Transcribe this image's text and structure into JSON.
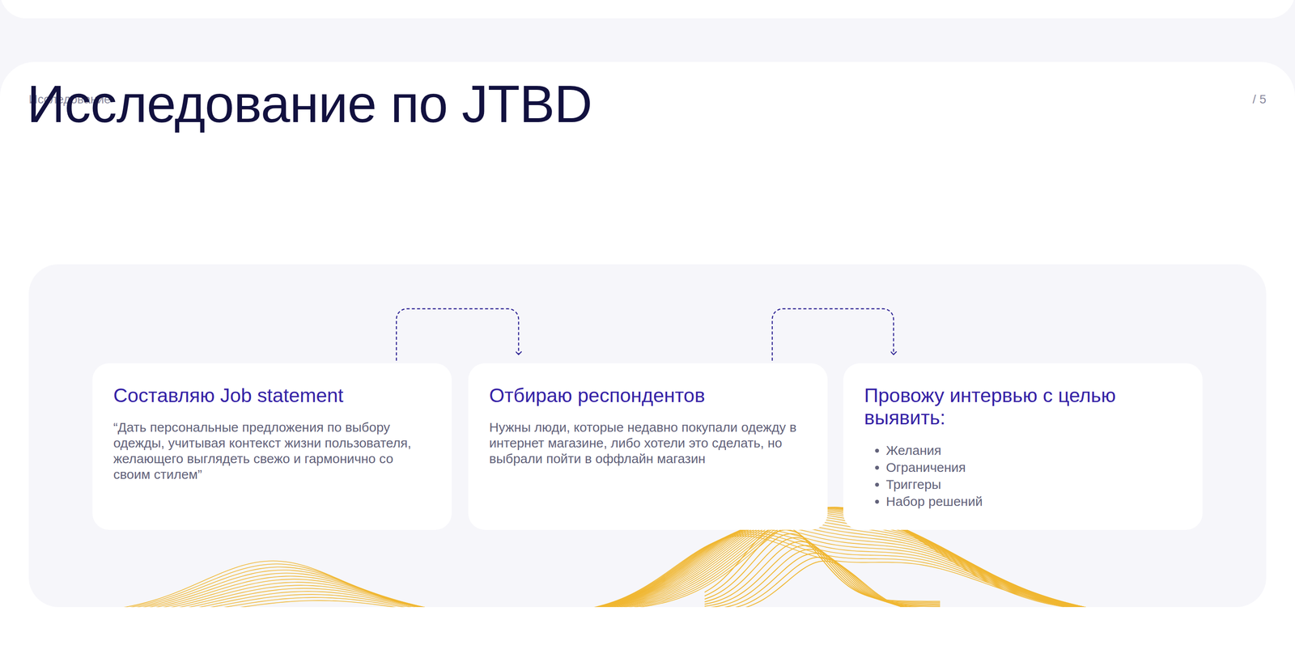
{
  "diagram": {
    "title": "Исследование по JTBD",
    "nodes": [
      {
        "text": [
          "Составляю Job statement",
          "“Дать персональные предложения по выбору одежды, учитывая контекст жизни пользователя, желающего выглядеть свежо и гармонично со своим стилем”"
        ]
      },
      {
        "text": [
          "Отбираю респондентов",
          "Нужны люди, которые недавно покупали одежду в интернет магазине, либо хотели это сделать, но выбрали пойти в оффлайн магазин"
        ]
      },
      {
        "text": [
          "Провожу интервью с целью выявить:",
          "Желания",
          "Ограничения",
          "Триггеры",
          "Набор решений"
        ]
      }
    ],
    "edges": [
      {
        "from": 0,
        "to": 1,
        "arrow": "to"
      },
      {
        "from": 1,
        "to": 2,
        "arrow": "to"
      }
    ],
    "labels": [
      "Исследование",
      "/ 5"
    ]
  }
}
